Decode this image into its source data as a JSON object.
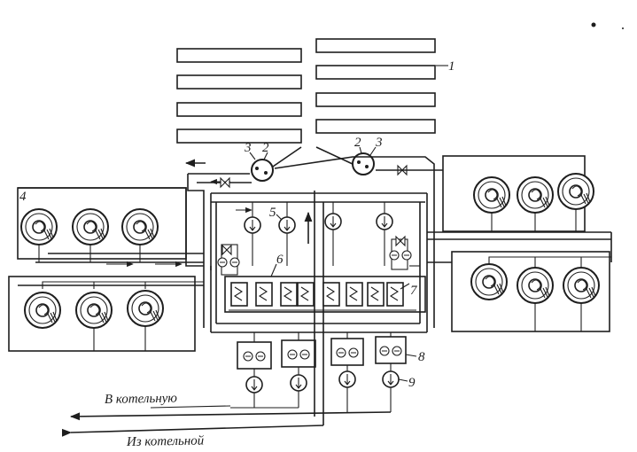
{
  "labels": {
    "l1": "1",
    "l2a": "2",
    "l3a": "3",
    "l2b": "2",
    "l3b": "3",
    "l4": "4",
    "l5": "5",
    "l6": "6",
    "l7": "7",
    "l8": "8",
    "l9": "9"
  },
  "captions": {
    "to_boiler": "В котельную",
    "from_boiler": "Из котельной"
  }
}
